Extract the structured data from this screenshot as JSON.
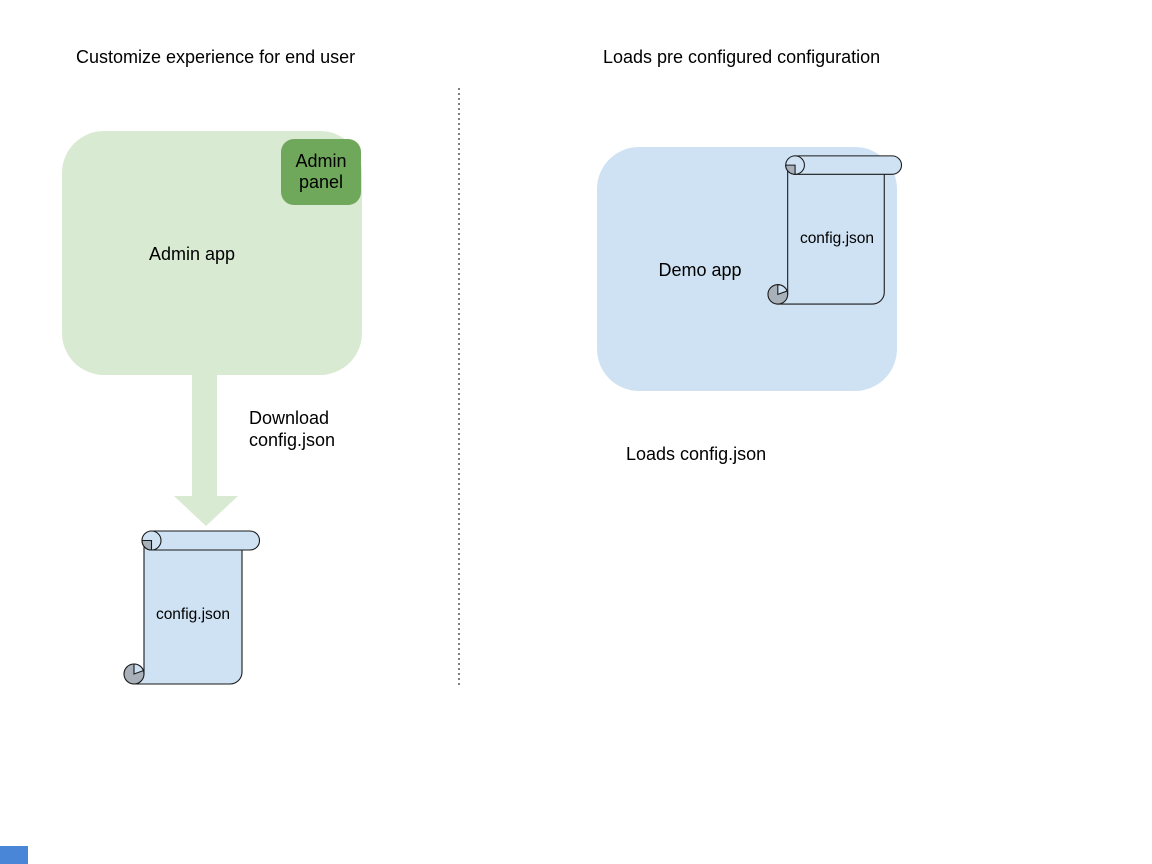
{
  "left": {
    "title": "Customize experience for end user",
    "admin_app_label": "Admin app",
    "admin_panel_label": "Admin panel",
    "download_caption": "Download\nconfig.json",
    "config_label": "config.json"
  },
  "right": {
    "title": "Loads pre configured configuration",
    "demo_app_label": "Demo app",
    "config_label": "config.json",
    "loads_caption": "Loads config.json"
  },
  "colors": {
    "admin_app_fill": "#d9ead3",
    "admin_panel_fill": "#6fa85b",
    "demo_app_fill": "#cfe2f3",
    "scroll_fill": "#cfe2f3",
    "scroll_curl_gray": "#a8b0ba",
    "arrow_fill": "#d9ead3",
    "outline": "#1a1a1a",
    "divider_gray": "#7f7f7f",
    "corner_square_blue": "#4a86d8",
    "text": "#000000"
  }
}
